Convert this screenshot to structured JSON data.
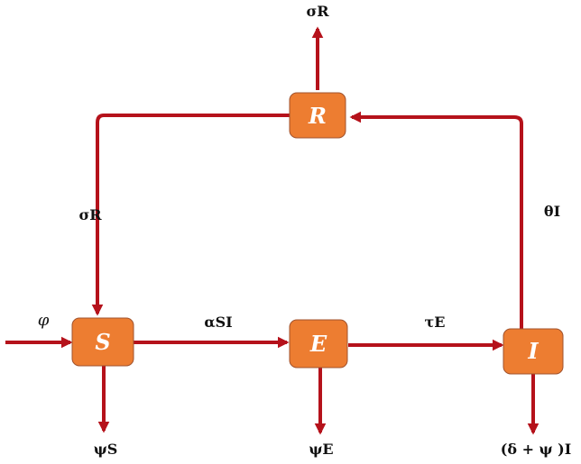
{
  "colors": {
    "arrow": "#b5121b",
    "node_fill": "#ed7d31",
    "node_stroke": "#a0522d"
  },
  "nodes": {
    "S": "S",
    "E": "E",
    "I": "I",
    "R": "R"
  },
  "labels": {
    "recruitment": "φ",
    "sigma_r_top": "σR",
    "sigma_r_left": "σR",
    "theta_i": "θI",
    "alpha_si": "αSI",
    "tau_e": "τE",
    "psi_s": "ψS",
    "psi_e": "ψE",
    "delta_psi_i": "(δ + ψ )I"
  }
}
